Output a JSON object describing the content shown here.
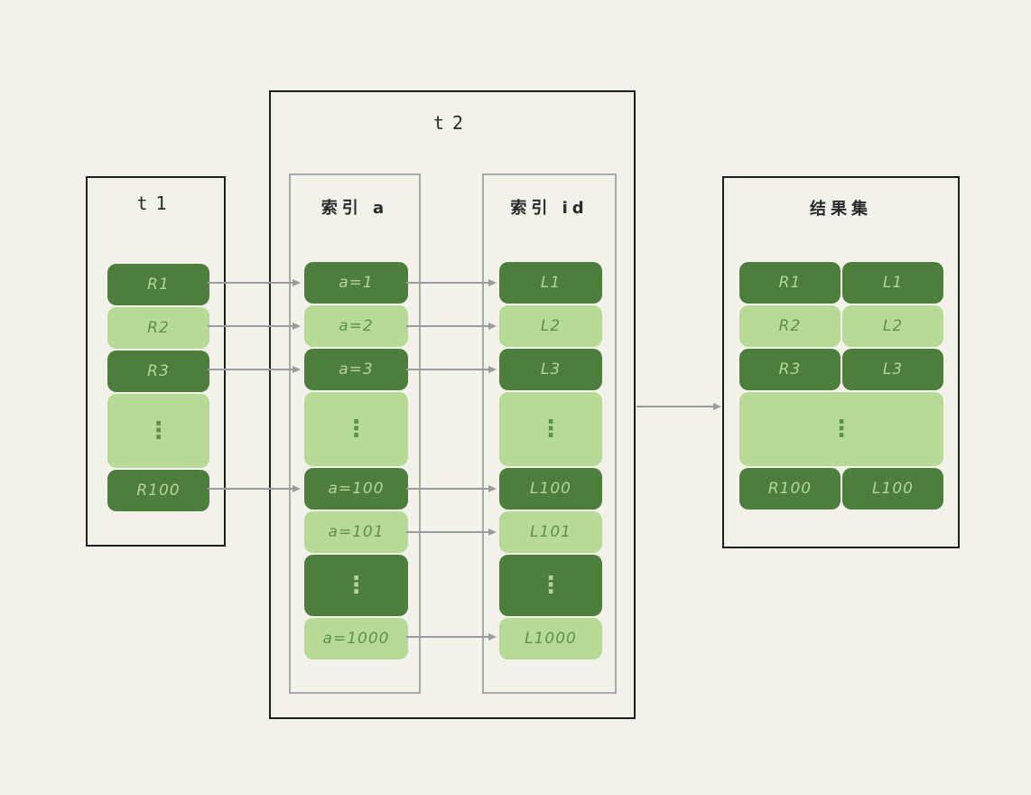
{
  "diagram": {
    "t1": {
      "title": "t1",
      "rows": [
        {
          "label": "R1"
        },
        {
          "label": "R2"
        },
        {
          "label": "R3"
        },
        {
          "label": "⋮"
        },
        {
          "label": "R100"
        }
      ]
    },
    "t2": {
      "title": "t2",
      "index_a": {
        "title": "索引 a",
        "rows": [
          {
            "label": "a=1"
          },
          {
            "label": "a=2"
          },
          {
            "label": "a=3"
          },
          {
            "label": "⋮"
          },
          {
            "label": "a=100"
          },
          {
            "label": "a=101"
          },
          {
            "label": "⋮"
          },
          {
            "label": "a=1000"
          }
        ]
      },
      "index_id": {
        "title": "索引 id",
        "rows": [
          {
            "label": "L1"
          },
          {
            "label": "L2"
          },
          {
            "label": "L3"
          },
          {
            "label": "⋮"
          },
          {
            "label": "L100"
          },
          {
            "label": "L101"
          },
          {
            "label": "⋮"
          },
          {
            "label": "L1000"
          }
        ]
      }
    },
    "result": {
      "title": "结果集",
      "rows": [
        {
          "left": "R1",
          "right": "L1"
        },
        {
          "left": "R2",
          "right": "L2"
        },
        {
          "left": "R3",
          "right": "L3"
        },
        {
          "label": "⋮"
        },
        {
          "left": "R100",
          "right": "L100"
        }
      ]
    },
    "colors": {
      "dark_green": "#4e7e3e",
      "light_green": "#b7db96",
      "text_on_dark": "#b3d792",
      "text_on_light": "#5f9144",
      "background": "#f2f1ea",
      "arrow_gray": "#9b9b9b",
      "outer_border": "#1f1f1f",
      "inner_border": "#a9a9a9"
    }
  }
}
